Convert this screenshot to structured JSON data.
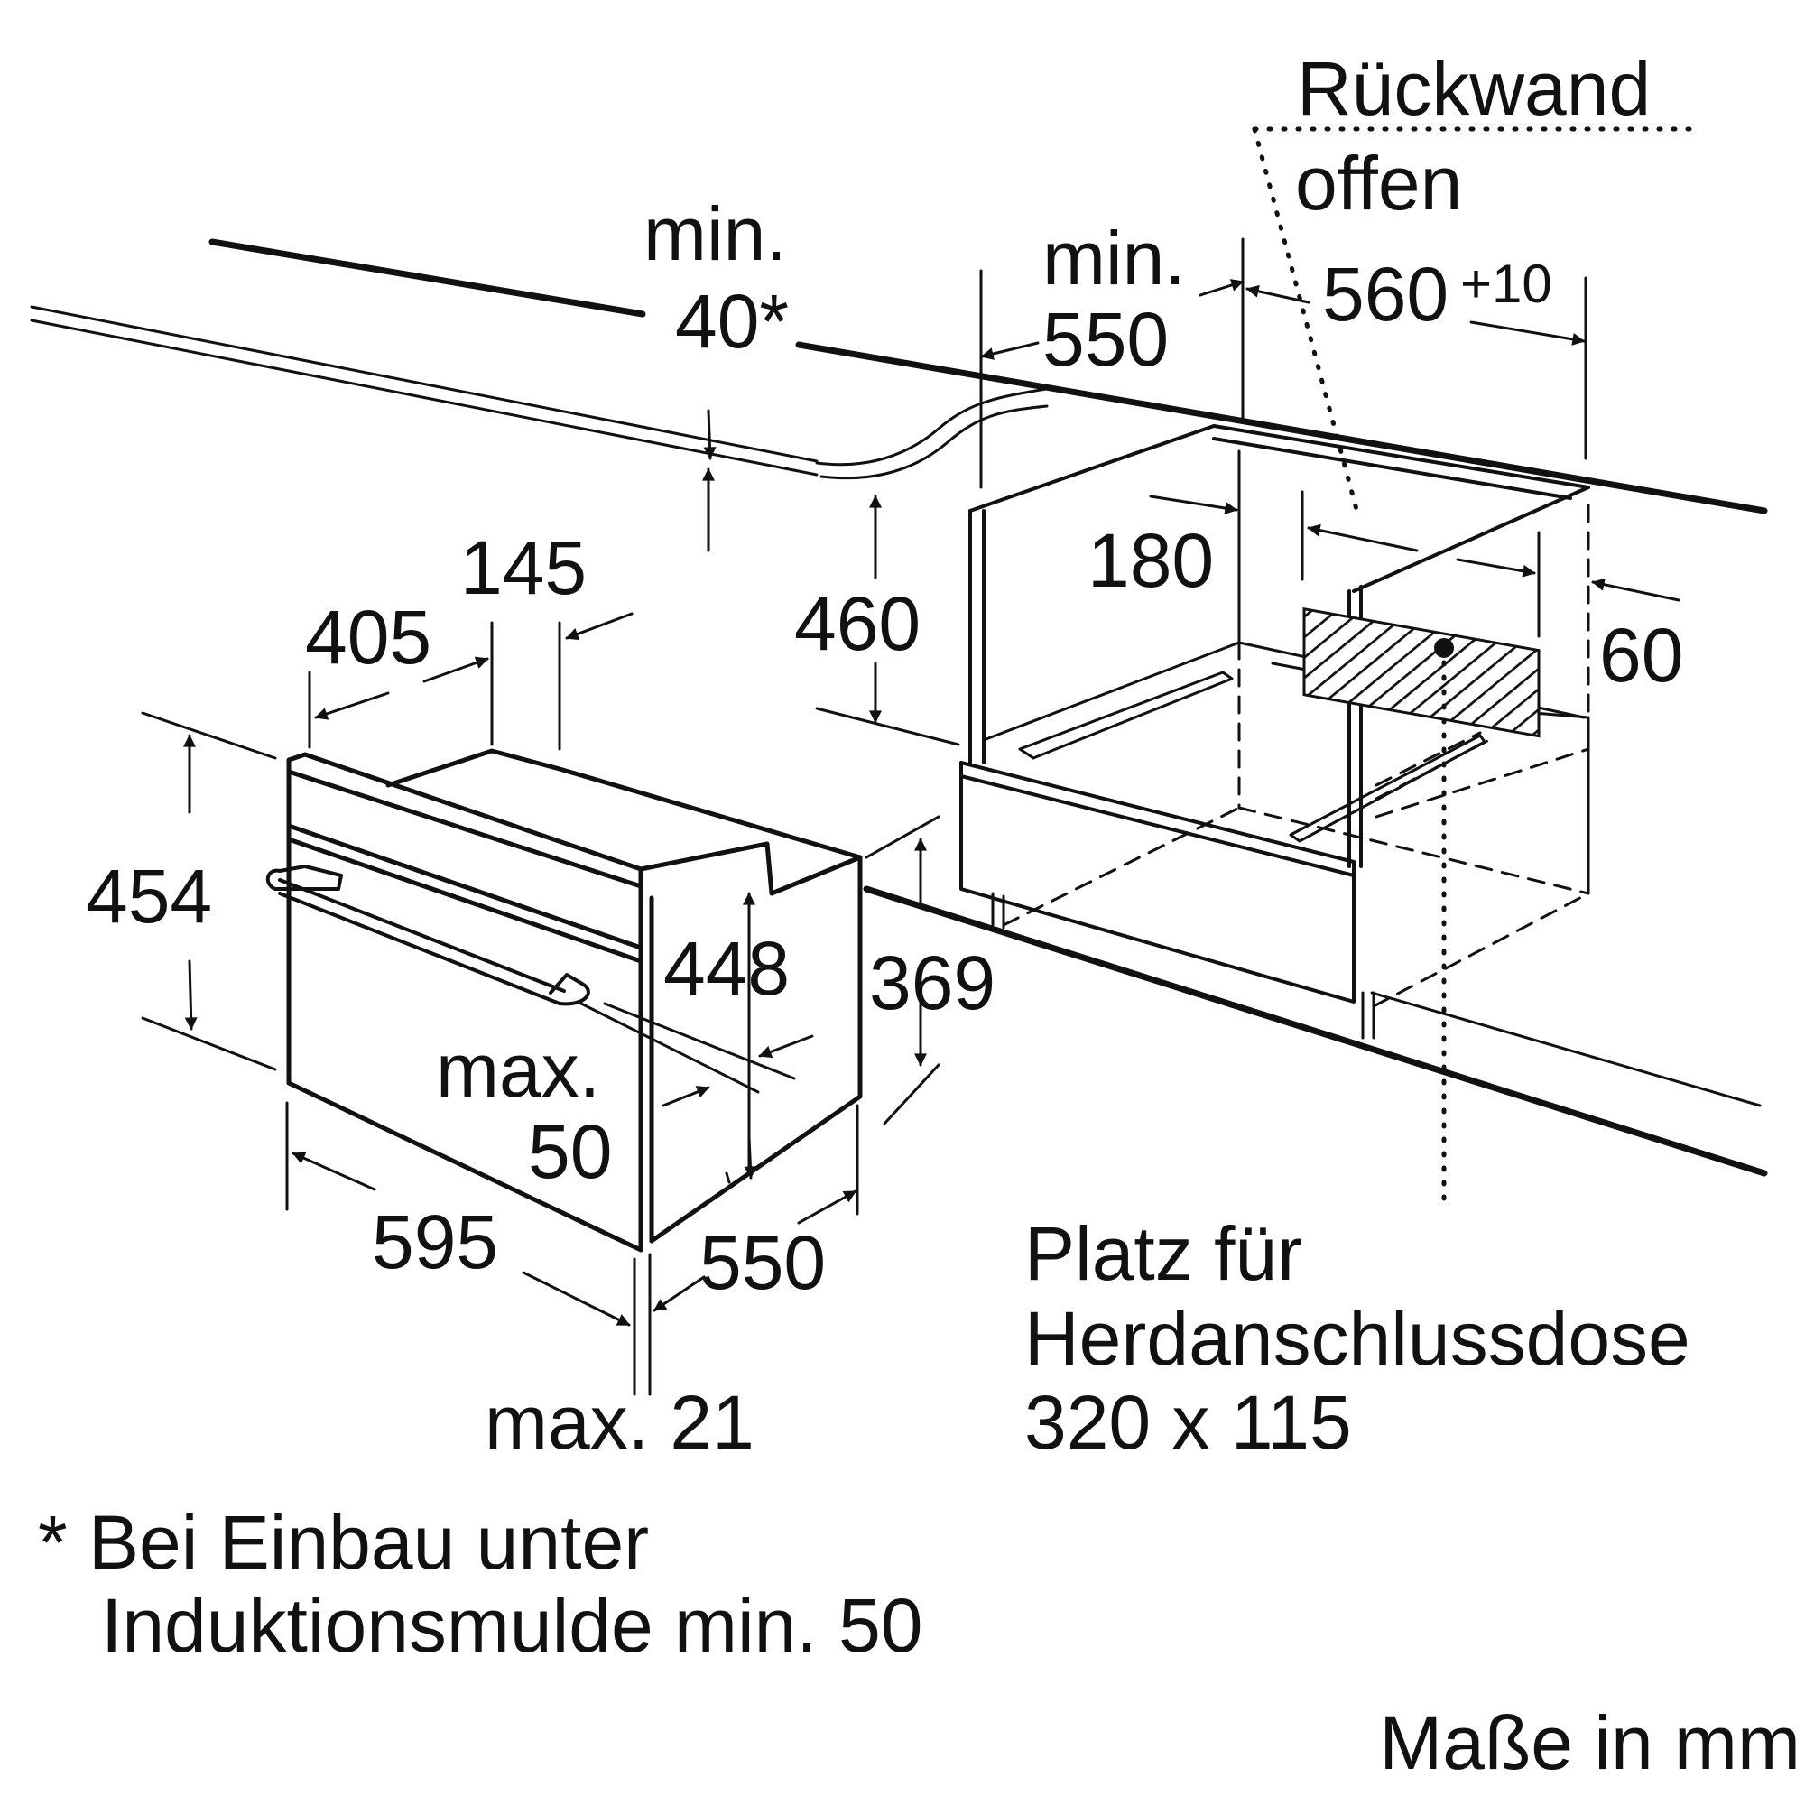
{
  "labels": {
    "rueckwand": "Rückwand",
    "offen": "offen",
    "min_top": "min.",
    "min_top_value": "40*",
    "min_cab": "min.",
    "min_cab_value": "550",
    "depth_cab": "560",
    "depth_cab_tol": "+10",
    "d180": "180",
    "d460": "460",
    "d60": "60",
    "d145": "145",
    "d405": "405",
    "d454": "454",
    "d448": "448",
    "d369": "369",
    "max": "max.",
    "d50": "50",
    "d595": "595",
    "d550": "550",
    "max21": "max. 21",
    "platz_line1": "Platz für",
    "platz_line2": "Herdanschlussdose",
    "platz_line3": "320 x 115",
    "footnote_line1": "*  Bei Einbau unter",
    "footnote_line2": "Induktionsmulde min. 50",
    "units": "Maße in mm"
  },
  "colors": {
    "line": "#111111",
    "background": "#ffffff"
  }
}
